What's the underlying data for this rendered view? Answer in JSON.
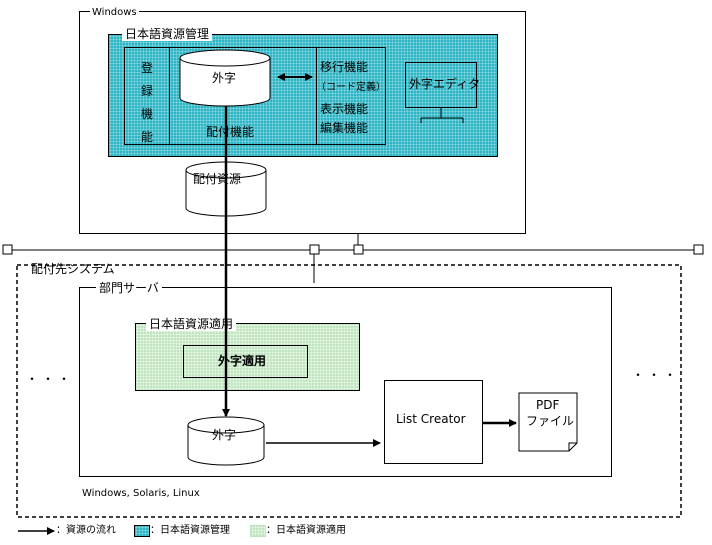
{
  "windows_box": {
    "title": "Windows"
  },
  "nihongo_kanri": {
    "title": "日本語資源管理",
    "touroku_chars": [
      "登",
      "録",
      "機",
      "能"
    ],
    "gaiji_db": "外字",
    "haifu_label": "配付機能",
    "functions": [
      "移行機能",
      "（コード定義）",
      "表示機能",
      "編集機能"
    ],
    "editor": "外字エディタ"
  },
  "haifu_shigen": "配付資源",
  "dest_system": {
    "title": "配付先システム",
    "server_title": "部門サーバ",
    "nihongo_tekiyou_title": "日本語資源適用",
    "gaiji_tekiyou": "外字適用",
    "gaiji_db": "外字",
    "list_creator": "List Creator",
    "pdf_line1": "PDF",
    "pdf_line2": "ファイル",
    "os_label": "Windows, Solaris, Linux",
    "ellipsis_left": "・・・",
    "ellipsis_right": "・・・"
  },
  "legend": {
    "flow": "：資源の流れ",
    "kanri": "：日本語資源管理",
    "tekiyou": "：日本語資源適用"
  },
  "colors": {
    "kanri": "#2fb6c4",
    "tekiyou": "#bfe6bf"
  }
}
